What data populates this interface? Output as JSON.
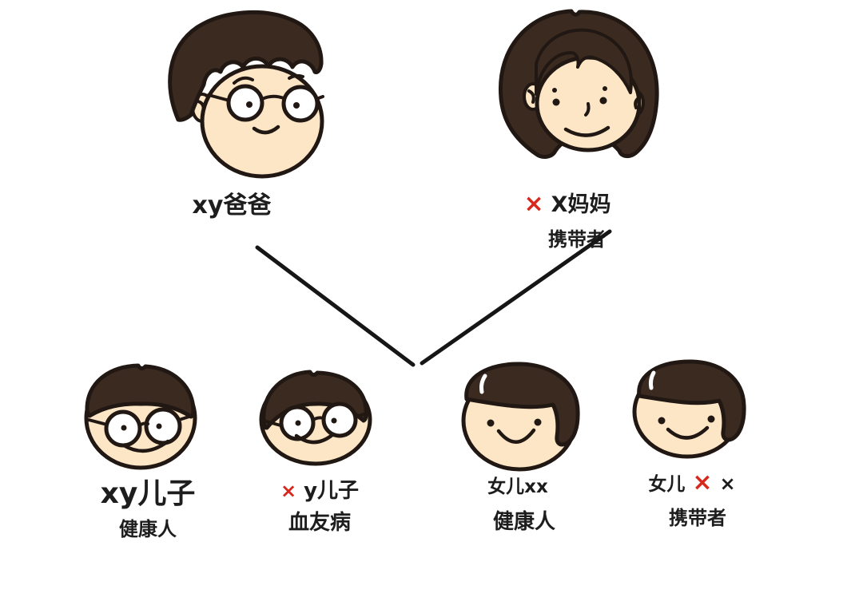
{
  "colors": {
    "background": "#ffffff",
    "ink": "#221813",
    "hair": "#3b2a20",
    "skin": "#fce6c6",
    "red": "#d7281d",
    "text": "#1d1d1d",
    "line": "#161616"
  },
  "father": {
    "name": "xy爸爸"
  },
  "mother": {
    "x_marker": "×",
    "name": "X妈妈",
    "status": "携带者"
  },
  "children": [
    {
      "name": "xy儿子",
      "status": "健康人"
    },
    {
      "x_marker": "×",
      "name": "y儿子",
      "status": "血友病"
    },
    {
      "name": "女儿xx",
      "status": "健康人"
    },
    {
      "name": "女儿",
      "x_marker_red": "×",
      "x_marker_black": "×",
      "status": "携带者"
    }
  ]
}
